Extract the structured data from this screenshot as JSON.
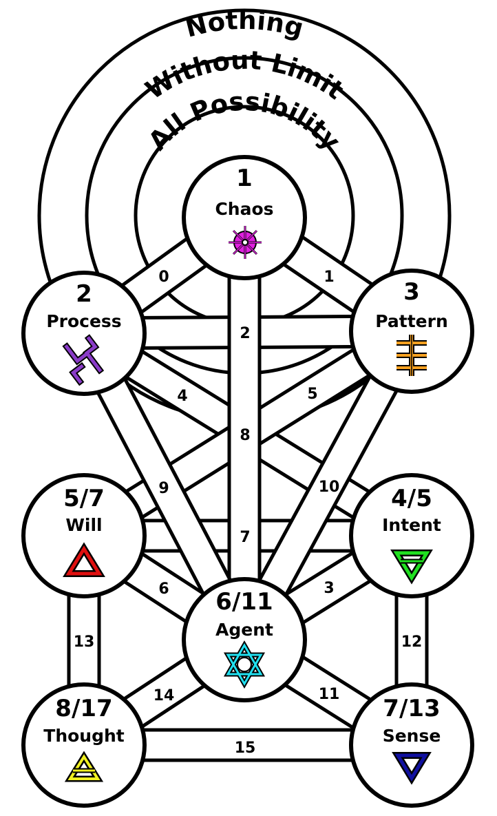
{
  "rings": [
    {
      "label": "Nothing"
    },
    {
      "label": "Without Limit"
    },
    {
      "label": "All Possibility"
    }
  ],
  "nodes": [
    {
      "number": "1",
      "name": "Chaos",
      "symbol": "chaos-star-icon",
      "symbol_color": "#e020e0"
    },
    {
      "number": "2",
      "name": "Process",
      "symbol": "swastika-glyph-icon",
      "symbol_color": "#8a3cc8"
    },
    {
      "number": "3",
      "name": "Pattern",
      "symbol": "cross-bars-icon",
      "symbol_color": "#f5a020"
    },
    {
      "number": "5/7",
      "name": "Will",
      "symbol": "fire-triangle-icon",
      "symbol_color": "#e01010"
    },
    {
      "number": "4/5",
      "name": "Intent",
      "symbol": "earth-triangle-icon",
      "symbol_color": "#20e020"
    },
    {
      "number": "6/11",
      "name": "Agent",
      "symbol": "hexagram-icon",
      "symbol_color": "#20e0f0"
    },
    {
      "number": "8/17",
      "name": "Thought",
      "symbol": "air-triangle-icon",
      "symbol_color": "#f0f020"
    },
    {
      "number": "7/13",
      "name": "Sense",
      "symbol": "water-triangle-icon",
      "symbol_color": "#1010a0"
    }
  ],
  "paths": [
    {
      "label": "0"
    },
    {
      "label": "1"
    },
    {
      "label": "2"
    },
    {
      "label": "3"
    },
    {
      "label": "4"
    },
    {
      "label": "5"
    },
    {
      "label": "6"
    },
    {
      "label": "7"
    },
    {
      "label": "8"
    },
    {
      "label": "9"
    },
    {
      "label": "10"
    },
    {
      "label": "11"
    },
    {
      "label": "12"
    },
    {
      "label": "13"
    },
    {
      "label": "14"
    },
    {
      "label": "15"
    }
  ]
}
